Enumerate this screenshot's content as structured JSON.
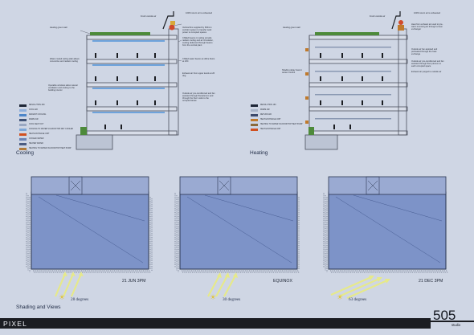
{
  "sheet_title": "PIXEL",
  "logo": {
    "number": "505",
    "sub": "studio"
  },
  "sections": {
    "cooling": "Cooling",
    "heating": "Heating",
    "shading_views": "Shading and Views"
  },
  "cooling": {
    "notes": [
      "Fresh outside air",
      "100% return air is exhausted",
      "Vertical fins supplied by 600mm corridor system to transfer wind power to occupied spaces",
      "Heating green wall",
      "Chilled beams in ceiling provide radiant cooling and air circulation, cooling delivered through beams from the central plant",
      "Water cooled ceiling slab allows convective and radiant cooling",
      "Chilled water beams at office floors at 18C",
      "Exhaust air from upper levels at 26 deg",
      "Operable windows allow natural ventilation and cooling to the building interior",
      "Outside air pre-conditioned and fan assisted through floorplenum and through the floor voids to the occupied areas"
    ]
  },
  "heating": {
    "notes": [
      "Fresh outside air",
      "100% return air is exhausted",
      "Heating green wall",
      "Heat from exhaust air used to pre-warm incoming air through a heat exchanger",
      "Outside air fan assisted and preheated through the heat exchange",
      "Shading delay heat in winter months",
      "Outside air pre-conditioned and fan assisted through floor plenum to each occupied space",
      "Exhaust air purged to outside air"
    ]
  },
  "legend": [
    {
      "label": "RESOLUTION 26C",
      "color": "#1e2636"
    },
    {
      "label": "COOL AIR",
      "color": "#8fb0dc"
    },
    {
      "label": "RADIANT COOLING",
      "color": "#4d86c9"
    },
    {
      "label": "WARM AIR",
      "color": "#3f5276"
    },
    {
      "label": "COOL SEAT OUT",
      "color": "#9aa8c2"
    },
    {
      "label": "COOLING TO WATER VIA ROOFTOP DRY COOLER",
      "color": "#7da7d8"
    },
    {
      "label": "HEAT EXCHANGE UNIT",
      "color": "#d05020"
    },
    {
      "label": "COOLED WATER",
      "color": "#6a83b5"
    },
    {
      "label": "HEATED WATER",
      "color": "#4a5c82"
    },
    {
      "label": "HEATING TO WATER VIA ROOFTOP HEAT PUMP",
      "color": "#b07a3a"
    }
  ],
  "heating_legend": [
    {
      "label": "RESOLUTION 16C",
      "color": "#1e2636"
    },
    {
      "label": "WARM AIR",
      "color": "#a9b4c8"
    },
    {
      "label": "RETURN AIR",
      "color": "#3d4a6b"
    },
    {
      "label": "HEAT EXCHANGE UNIT",
      "color": "#c07a2c"
    },
    {
      "label": "HEATING TO WATER VIA ROOFTOP HEAT PUMP",
      "color": "#8b6a3a"
    },
    {
      "label": "HEAT EXCHANGE UNIT",
      "color": "#d05020"
    }
  ],
  "plans": [
    {
      "date": "21 JUN 3PM",
      "angle": "28 degrees"
    },
    {
      "date": "EQUINOX",
      "angle": "30 degrees"
    },
    {
      "date": "21 DEC 3PM",
      "angle": "63 degrees"
    }
  ],
  "colors": {
    "background": "#cfd6e4",
    "plan_fill": "#7d93c8",
    "sun_rays": "#e6e98a",
    "bar": "#1b1d22"
  }
}
